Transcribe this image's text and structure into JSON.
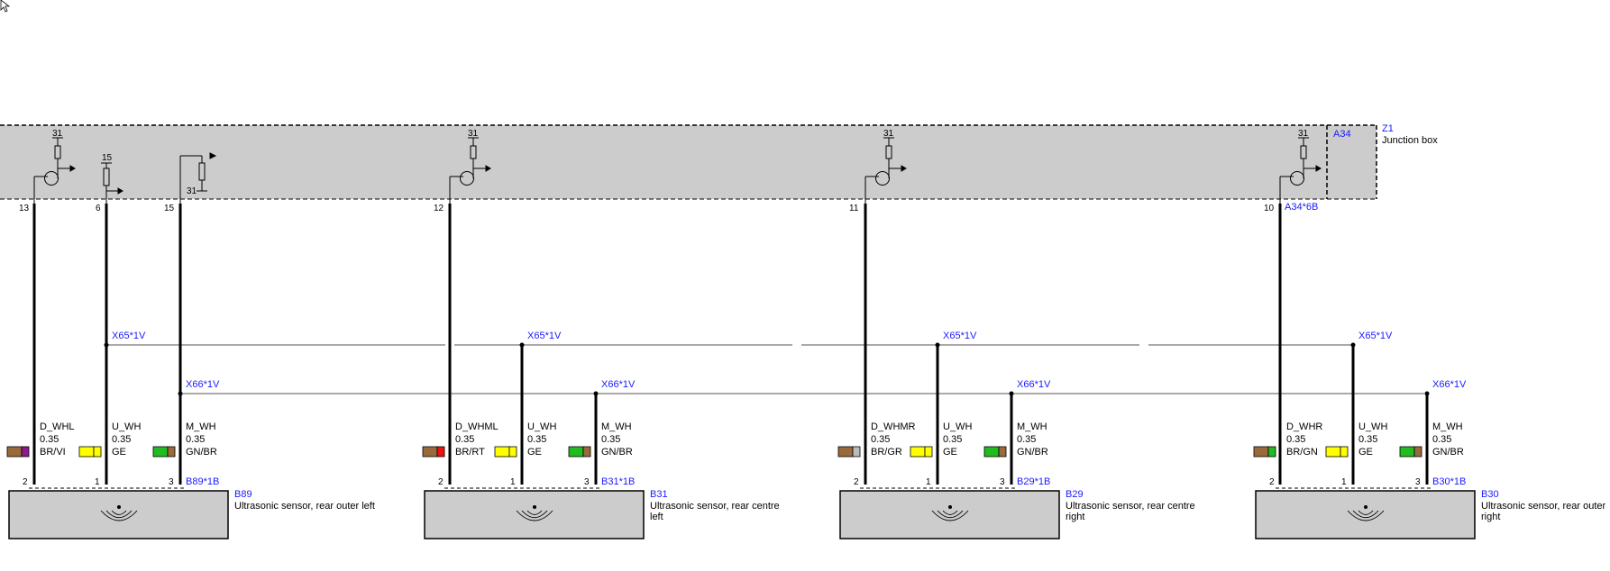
{
  "junction_box": {
    "id": "Z1",
    "module": "A34",
    "title": "Junction box",
    "connector": "A34*6B",
    "pins": [
      "13",
      "6",
      "15",
      "12",
      "11",
      "10"
    ],
    "ground_label": "31",
    "supply_label": "15",
    "ground_label_pin15": "31"
  },
  "connector_labels": {
    "x65": "X65*1V",
    "x66": "X66*1V"
  },
  "sensors": [
    {
      "id": "B89",
      "connector": "B89*1B",
      "name": "Ultrasonic sensor, rear outer left",
      "name_line1": "Ultrasonic sensor, rear outer left",
      "name_line2": "",
      "pins": [
        "2",
        "1",
        "3"
      ],
      "wires": [
        {
          "name": "D_WHL",
          "size": "0.35",
          "color_code": "BR/VI",
          "colors": [
            "#9b6a3c",
            "#8b1a8b"
          ]
        },
        {
          "name": "U_WH",
          "size": "0.35",
          "color_code": "GE",
          "colors": [
            "#ffff00",
            "#ffff00"
          ]
        },
        {
          "name": "M_WH",
          "size": "0.35",
          "color_code": "GN/BR",
          "colors": [
            "#22bb22",
            "#9b6a3c"
          ]
        }
      ]
    },
    {
      "id": "B31",
      "connector": "B31*1B",
      "name": "Ultrasonic sensor, rear centre left",
      "name_line1": "Ultrasonic sensor, rear centre",
      "name_line2": "left",
      "pins": [
        "2",
        "1",
        "3"
      ],
      "wires": [
        {
          "name": "D_WHML",
          "size": "0.35",
          "color_code": "BR/RT",
          "colors": [
            "#9b6a3c",
            "#ee1111"
          ]
        },
        {
          "name": "U_WH",
          "size": "0.35",
          "color_code": "GE",
          "colors": [
            "#ffff00",
            "#ffff00"
          ]
        },
        {
          "name": "M_WH",
          "size": "0.35",
          "color_code": "GN/BR",
          "colors": [
            "#22bb22",
            "#9b6a3c"
          ]
        }
      ]
    },
    {
      "id": "B29",
      "connector": "B29*1B",
      "name": "Ultrasonic sensor, rear centre right",
      "name_line1": "Ultrasonic sensor, rear centre",
      "name_line2": "right",
      "pins": [
        "2",
        "1",
        "3"
      ],
      "wires": [
        {
          "name": "D_WHMR",
          "size": "0.35",
          "color_code": "BR/GR",
          "colors": [
            "#9b6a3c",
            "#bbbbbb"
          ]
        },
        {
          "name": "U_WH",
          "size": "0.35",
          "color_code": "GE",
          "colors": [
            "#ffff00",
            "#ffff00"
          ]
        },
        {
          "name": "M_WH",
          "size": "0.35",
          "color_code": "GN/BR",
          "colors": [
            "#22bb22",
            "#9b6a3c"
          ]
        }
      ]
    },
    {
      "id": "B30",
      "connector": "B30*1B",
      "name": "Ultrasonic sensor, rear outer right",
      "name_line1": "Ultrasonic sensor, rear outer",
      "name_line2": "right",
      "pins": [
        "2",
        "1",
        "3"
      ],
      "wires": [
        {
          "name": "D_WHR",
          "size": "0.35",
          "color_code": "BR/GN",
          "colors": [
            "#9b6a3c",
            "#22bb22"
          ]
        },
        {
          "name": "U_WH",
          "size": "0.35",
          "color_code": "GE",
          "colors": [
            "#ffff00",
            "#ffff00"
          ]
        },
        {
          "name": "M_WH",
          "size": "0.35",
          "color_code": "GN/BR",
          "colors": [
            "#22bb22",
            "#9b6a3c"
          ]
        }
      ]
    }
  ],
  "colors": {
    "box_fill": "#cccccc",
    "label_blue": "#1a1aff",
    "wire": "#000000"
  }
}
